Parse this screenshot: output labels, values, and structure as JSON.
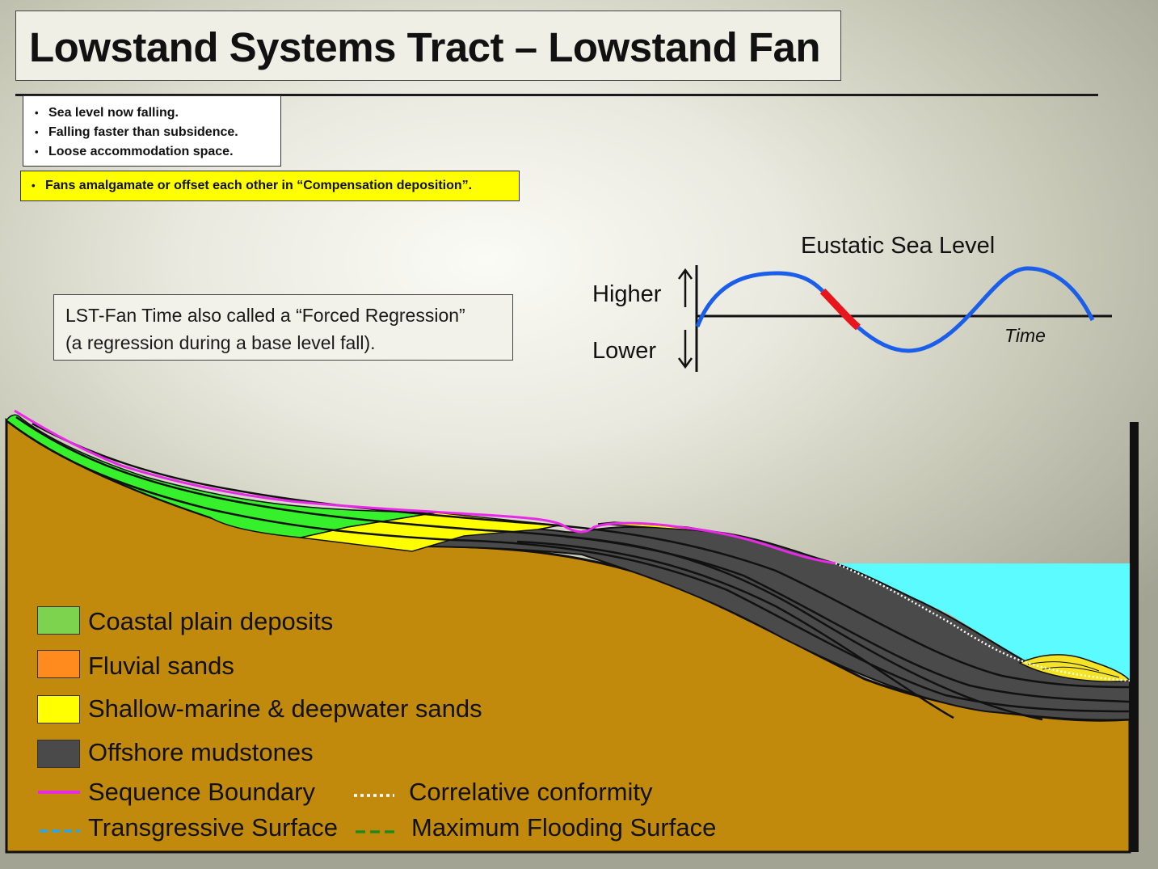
{
  "title": "Lowstand Systems Tract – Lowstand Fan",
  "bullets": [
    "Sea level now falling.",
    "Falling faster than subsidence.",
    "Loose accommodation space."
  ],
  "yellow_note": "Fans amalgamate or offset each other in “Compensation deposition”.",
  "lst_note": {
    "line1": "LST-Fan Time also called a “Forced Regression”",
    "line2": "(a regression during a base level fall)."
  },
  "sea_level_chart": {
    "title": "Eustatic  Sea Level",
    "higher_label": "Higher",
    "lower_label": "Lower",
    "time_label": "Time",
    "curve_color": "#1a5eea",
    "highlight_color": "#e8151d"
  },
  "legend": {
    "coastal": {
      "label": "Coastal plain deposits",
      "color": "#7dd34e"
    },
    "fluvial": {
      "label": "Fluvial sands",
      "color": "#ff8a1e"
    },
    "shallow": {
      "label": "Shallow-marine & deepwater sands",
      "color": "#ffff00"
    },
    "offshore": {
      "label": "Offshore mudstones",
      "color": "#4a4a4a"
    },
    "sequence_boundary": {
      "label": "Sequence Boundary",
      "color": "#e82ae8"
    },
    "correlative_conformity": {
      "label": "Correlative conformity",
      "color": "#ffffff"
    },
    "transgressive_surface": {
      "label": "Transgressive Surface",
      "color": "#29a6e8"
    },
    "max_flooding_surface": {
      "label": "Maximum Flooding Surface",
      "color": "#1d8a1d"
    }
  },
  "colors": {
    "bedrock": "#c18a0c",
    "sea": "#5cfbff",
    "green_layer": "#35f02a"
  }
}
